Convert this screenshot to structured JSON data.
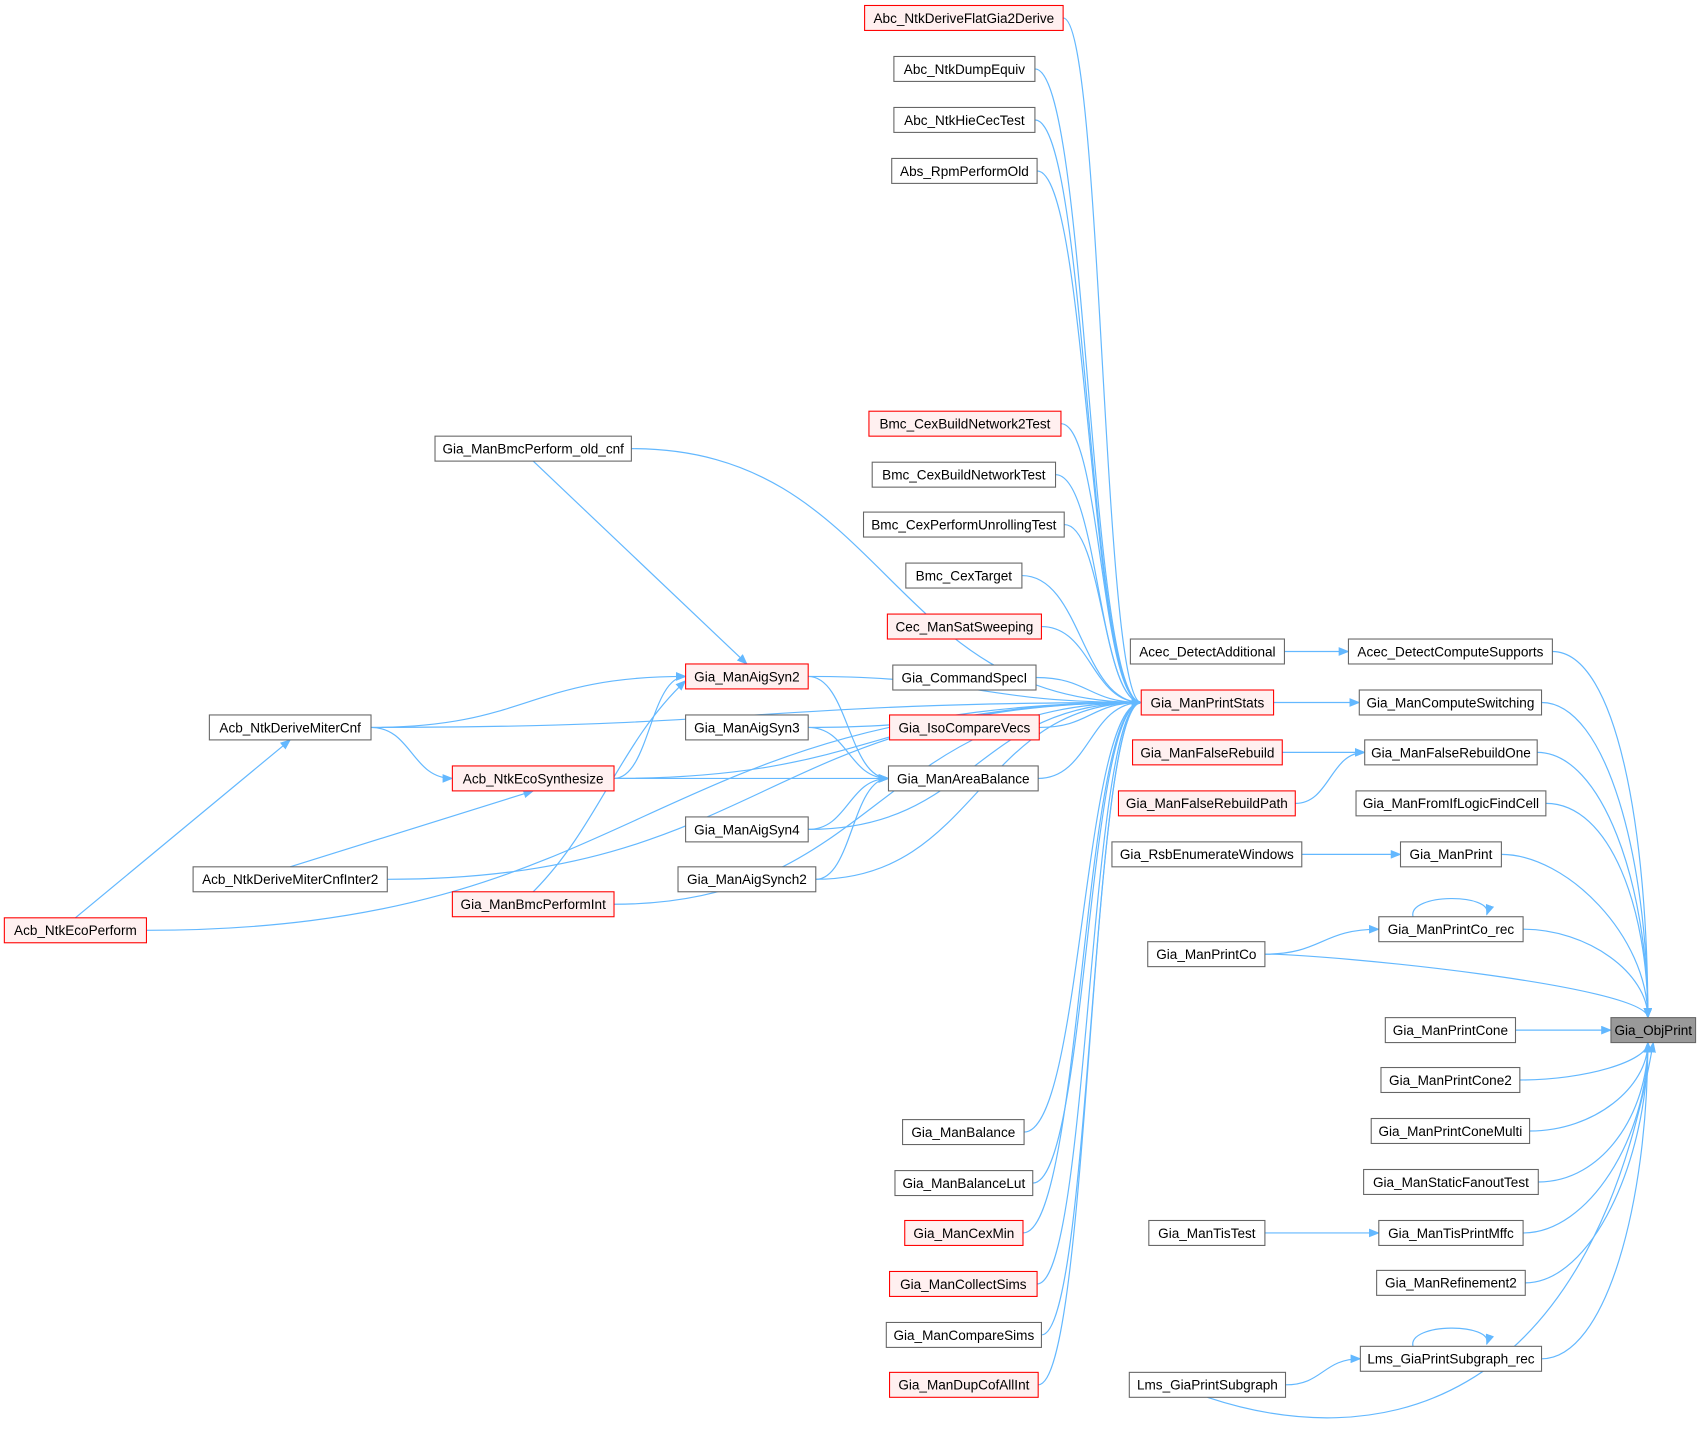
{
  "graph": {
    "colors": {
      "edge": "#63b8ff",
      "normal_border": "#666666",
      "red_border": "#ff0000",
      "red_fill": "#fff0f0",
      "root_fill": "#999999",
      "root_border": "#666666"
    },
    "nodes": [
      {
        "id": "root",
        "label": "Gia_ObjPrint",
        "kind": "root"
      },
      {
        "id": "n1",
        "label": "Abc_NtkDeriveFlatGia2Derive",
        "kind": "red"
      },
      {
        "id": "n2",
        "label": "Abc_NtkDumpEquiv",
        "kind": "normal"
      },
      {
        "id": "n3",
        "label": "Abc_NtkHieCecTest",
        "kind": "normal"
      },
      {
        "id": "n4",
        "label": "Abs_RpmPerformOld",
        "kind": "normal"
      },
      {
        "id": "n5",
        "label": "Gia_ManBmcPerform_old_cnf",
        "kind": "normal"
      },
      {
        "id": "n6",
        "label": "Bmc_CexBuildNetwork2Test",
        "kind": "red"
      },
      {
        "id": "n7",
        "label": "Bmc_CexBuildNetworkTest",
        "kind": "normal"
      },
      {
        "id": "n8",
        "label": "Bmc_CexPerformUnrollingTest",
        "kind": "normal"
      },
      {
        "id": "n9",
        "label": "Bmc_CexTarget",
        "kind": "normal"
      },
      {
        "id": "n10",
        "label": "Cec_ManSatSweeping",
        "kind": "red"
      },
      {
        "id": "n11",
        "label": "Gia_CommandSpecI",
        "kind": "normal"
      },
      {
        "id": "n12",
        "label": "Gia_IsoCompareVecs",
        "kind": "red"
      },
      {
        "id": "n13",
        "label": "Gia_ManAigSyn2",
        "kind": "red"
      },
      {
        "id": "n14",
        "label": "Gia_ManAigSyn3",
        "kind": "normal"
      },
      {
        "id": "n15",
        "label": "Gia_ManAreaBalance",
        "kind": "normal"
      },
      {
        "id": "n16",
        "label": "Gia_ManAigSyn4",
        "kind": "normal"
      },
      {
        "id": "n17",
        "label": "Gia_ManAigSynch2",
        "kind": "normal"
      },
      {
        "id": "n18",
        "label": "Acb_NtkDeriveMiterCnf",
        "kind": "normal"
      },
      {
        "id": "n19",
        "label": "Acb_NtkEcoSynthesize",
        "kind": "red"
      },
      {
        "id": "n20",
        "label": "Acb_NtkDeriveMiterCnfInter2",
        "kind": "normal"
      },
      {
        "id": "n21",
        "label": "Gia_ManBmcPerformInt",
        "kind": "red"
      },
      {
        "id": "n22",
        "label": "Acb_NtkEcoPerform",
        "kind": "red"
      },
      {
        "id": "n23",
        "label": "Gia_ManPrintStats",
        "kind": "red"
      },
      {
        "id": "n24",
        "label": "Acec_DetectAdditional",
        "kind": "normal"
      },
      {
        "id": "n25",
        "label": "Acec_DetectComputeSupports",
        "kind": "normal"
      },
      {
        "id": "n26",
        "label": "Gia_ManComputeSwitching",
        "kind": "normal"
      },
      {
        "id": "n27",
        "label": "Gia_ManFalseRebuild",
        "kind": "red"
      },
      {
        "id": "n28",
        "label": "Gia_ManFalseRebuildOne",
        "kind": "normal"
      },
      {
        "id": "n29",
        "label": "Gia_ManFalseRebuildPath",
        "kind": "red"
      },
      {
        "id": "n30",
        "label": "Gia_ManFromIfLogicFindCell",
        "kind": "normal"
      },
      {
        "id": "n31",
        "label": "Gia_RsbEnumerateWindows",
        "kind": "normal"
      },
      {
        "id": "n32",
        "label": "Gia_ManPrint",
        "kind": "normal"
      },
      {
        "id": "n33",
        "label": "Gia_ManPrintCo_rec",
        "kind": "normal"
      },
      {
        "id": "n34",
        "label": "Gia_ManPrintCo",
        "kind": "normal"
      },
      {
        "id": "n35",
        "label": "Gia_ManPrintCone",
        "kind": "normal"
      },
      {
        "id": "n36",
        "label": "Gia_ManPrintCone2",
        "kind": "normal"
      },
      {
        "id": "n37",
        "label": "Gia_ManPrintConeMulti",
        "kind": "normal"
      },
      {
        "id": "n38",
        "label": "Gia_ManStaticFanoutTest",
        "kind": "normal"
      },
      {
        "id": "n39",
        "label": "Gia_ManTisTest",
        "kind": "normal"
      },
      {
        "id": "n40",
        "label": "Gia_ManTisPrintMffc",
        "kind": "normal"
      },
      {
        "id": "n41",
        "label": "Gia_ManRefinement2",
        "kind": "normal"
      },
      {
        "id": "n42",
        "label": "Lms_GiaPrintSubgraph_rec",
        "kind": "normal"
      },
      {
        "id": "n43",
        "label": "Lms_GiaPrintSubgraph",
        "kind": "normal"
      },
      {
        "id": "n44",
        "label": "Gia_ManBalance",
        "kind": "normal"
      },
      {
        "id": "n45",
        "label": "Gia_ManBalanceLut",
        "kind": "normal"
      },
      {
        "id": "n46",
        "label": "Gia_ManCexMin",
        "kind": "red"
      },
      {
        "id": "n47",
        "label": "Gia_ManCollectSims",
        "kind": "red"
      },
      {
        "id": "n48",
        "label": "Gia_ManCompareSims",
        "kind": "normal"
      },
      {
        "id": "n49",
        "label": "Gia_ManDupCofAllInt",
        "kind": "red"
      }
    ],
    "edges": [
      [
        "n25",
        "root"
      ],
      [
        "n26",
        "root"
      ],
      [
        "n28",
        "root"
      ],
      [
        "n30",
        "root"
      ],
      [
        "n32",
        "root"
      ],
      [
        "n33",
        "root"
      ],
      [
        "n34",
        "root"
      ],
      [
        "n35",
        "root"
      ],
      [
        "n36",
        "root"
      ],
      [
        "n37",
        "root"
      ],
      [
        "n38",
        "root"
      ],
      [
        "n40",
        "root"
      ],
      [
        "n41",
        "root"
      ],
      [
        "n42",
        "root"
      ],
      [
        "n43",
        "root"
      ],
      [
        "n24",
        "n25"
      ],
      [
        "n23",
        "n26"
      ],
      [
        "n27",
        "n28"
      ],
      [
        "n29",
        "n28"
      ],
      [
        "n31",
        "n32"
      ],
      [
        "n34",
        "n33"
      ],
      [
        "n33",
        "n33"
      ],
      [
        "n39",
        "n40"
      ],
      [
        "n43",
        "n42"
      ],
      [
        "n42",
        "n42"
      ],
      [
        "n1",
        "n23"
      ],
      [
        "n2",
        "n23"
      ],
      [
        "n3",
        "n23"
      ],
      [
        "n4",
        "n23"
      ],
      [
        "n5",
        "n23"
      ],
      [
        "n6",
        "n23"
      ],
      [
        "n7",
        "n23"
      ],
      [
        "n8",
        "n23"
      ],
      [
        "n9",
        "n23"
      ],
      [
        "n10",
        "n23"
      ],
      [
        "n11",
        "n23"
      ],
      [
        "n12",
        "n23"
      ],
      [
        "n13",
        "n23"
      ],
      [
        "n14",
        "n23"
      ],
      [
        "n15",
        "n23"
      ],
      [
        "n16",
        "n23"
      ],
      [
        "n17",
        "n23"
      ],
      [
        "n18",
        "n23"
      ],
      [
        "n19",
        "n23"
      ],
      [
        "n20",
        "n23"
      ],
      [
        "n21",
        "n23"
      ],
      [
        "n22",
        "n23"
      ],
      [
        "n44",
        "n23"
      ],
      [
        "n45",
        "n23"
      ],
      [
        "n46",
        "n23"
      ],
      [
        "n47",
        "n23"
      ],
      [
        "n48",
        "n23"
      ],
      [
        "n49",
        "n23"
      ],
      [
        "n13",
        "n15"
      ],
      [
        "n14",
        "n15"
      ],
      [
        "n16",
        "n15"
      ],
      [
        "n17",
        "n15"
      ],
      [
        "n19",
        "n15"
      ],
      [
        "n5",
        "n13"
      ],
      [
        "n18",
        "n13"
      ],
      [
        "n19",
        "n13"
      ],
      [
        "n21",
        "n13"
      ],
      [
        "n18",
        "n19"
      ],
      [
        "n20",
        "n19"
      ],
      [
        "n22",
        "n18"
      ]
    ]
  }
}
